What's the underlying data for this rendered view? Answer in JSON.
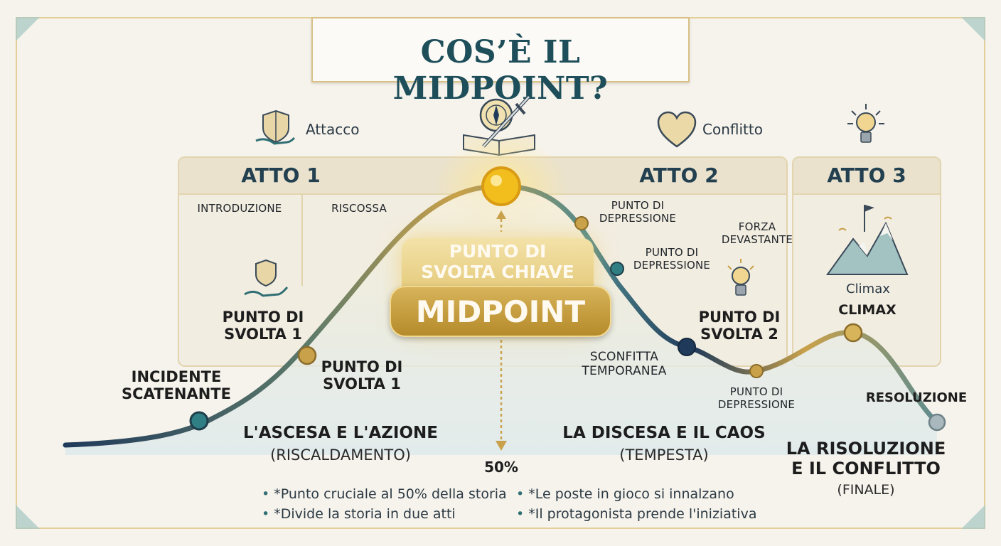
{
  "title": "COS’È IL MIDPOINT?",
  "acts": {
    "act1": "ATTO 1",
    "act2": "ATTO 2",
    "act3": "ATTO 3"
  },
  "icons": {
    "attacco": {
      "label": "Attacco",
      "icon": "shield-hand-icon"
    },
    "conflitto": {
      "label": "Conflitto",
      "icon": "heart-icon"
    },
    "midpoint": {
      "icon": "book-compass-sword-icon"
    },
    "finale": {
      "icon": "lightbulb-icon"
    }
  },
  "act1_sections": {
    "intro": "INTRODUZIONE",
    "riscossa": "RISCOSSA"
  },
  "labels": {
    "incidente": [
      "INCIDENTE",
      "SCATENANTE"
    ],
    "svolta1_left": [
      "PUNTO DI",
      "SVOLTA 1"
    ],
    "svolta1_right": [
      "PUNTO DI",
      "SVOLTA 1"
    ],
    "punto_svolta_chiave": [
      "PUNTO DI",
      "SVOLTA CHIAVE"
    ],
    "midpoint": "MIDPOINT",
    "percent": "50%",
    "depressione_a": [
      "PUNTO DI",
      "DEPRESSIONE"
    ],
    "depressione_b": [
      "PUNTO DI",
      "DEPRESSIONE"
    ],
    "forza": [
      "FORZA",
      "DEVASTANTE"
    ],
    "svolta2": [
      "PUNTO DI",
      "SVOLTA 2"
    ],
    "sconfitta": [
      "SCONFITTA",
      "TEMPORANEA"
    ],
    "depressione_c": [
      "PUNTO DI",
      "DEPRESSIONE"
    ],
    "climax_icon_label": "Climax",
    "climax": "CLIMAX",
    "resoluzione": "RESOLUZIONE"
  },
  "phases": {
    "ascesa": {
      "title": "L'ASCESA E L'AZIONE",
      "sub": "(RISCALDAMENTO)"
    },
    "discesa": {
      "title": "LA DISCESA E IL CAOS",
      "sub": "(TEMPESTA)"
    },
    "risoluzione": {
      "title": [
        "LA RISOLUZIONE",
        "E IL CONFLITTO"
      ],
      "sub": "(FINALE)"
    }
  },
  "bullets": [
    "*Punto cruciale al 50% della storia",
    "*Divide la storia in due atti",
    "*Le poste in gioco si innalzano",
    "*Il protagonista prende l'iniziativa"
  ],
  "colors": {
    "teal_dark": "#1d4e5a",
    "gold": "#c9a14a",
    "navy": "#1f3a5a"
  }
}
